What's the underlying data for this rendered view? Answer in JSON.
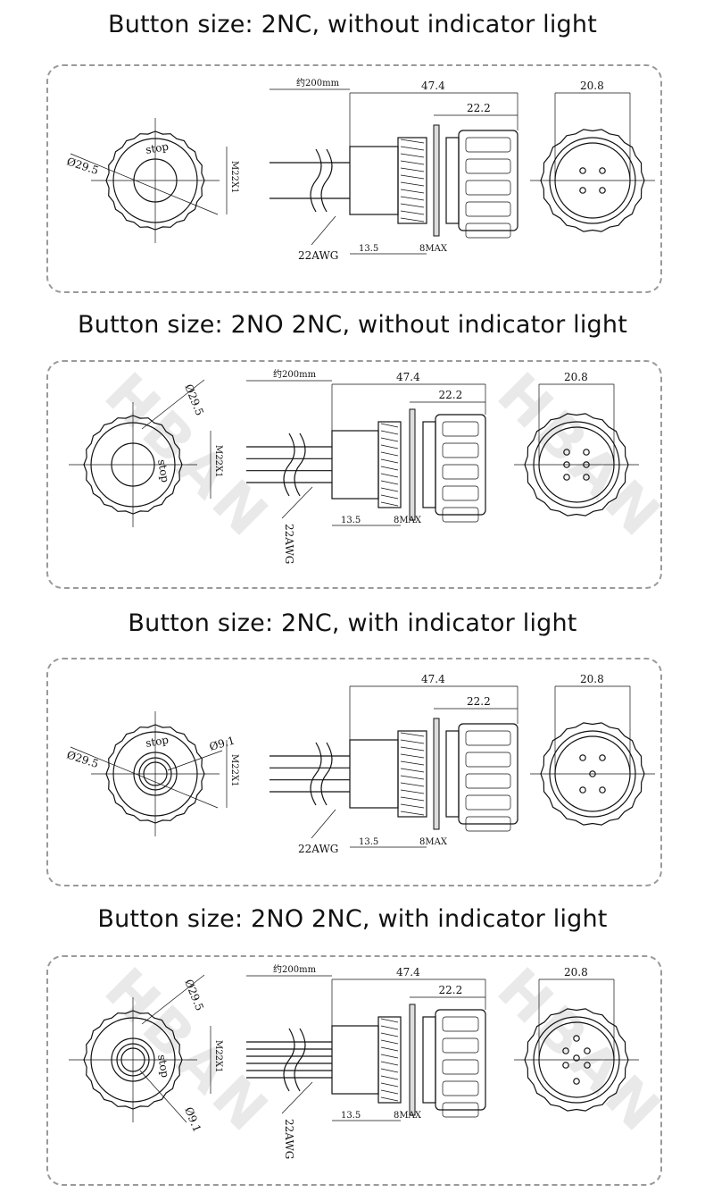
{
  "sections": [
    {
      "title": "Button size: 2NC, without indicator light",
      "labels": {
        "dia": "Ø29.5",
        "stop": "stop",
        "wire": "约200mm",
        "len": "47.4",
        "head": "22.2",
        "face": "20.8",
        "thread": "M22X1",
        "awg": "22AWG",
        "base": "13.5",
        "max": "8MAX"
      },
      "wires": 2,
      "pins": 4,
      "indicator": false,
      "watermark": ""
    },
    {
      "title": "Button size: 2NO 2NC, without indicator light",
      "labels": {
        "dia": "Ø29.5",
        "stop": "stop",
        "wire": "约200mm",
        "len": "47.4",
        "head": "22.2",
        "face": "20.8",
        "thread": "M22X1",
        "awg": "22AWG",
        "base": "13.5",
        "max": "8MAX"
      },
      "wires": 4,
      "pins": 6,
      "indicator": false,
      "watermark": "HBAN"
    },
    {
      "title": "Button size: 2NC, with indicator light",
      "labels": {
        "dia": "Ø29.5",
        "ind": "Ø9.1",
        "stop": "stop",
        "len": "47.4",
        "head": "22.2",
        "face": "20.8",
        "thread": "M22X1",
        "awg": "22AWG",
        "base": "13.5",
        "max": "8MAX"
      },
      "wires": 4,
      "pins": 5,
      "indicator": true,
      "watermark": ""
    },
    {
      "title": "Button size: 2NO 2NC, with indicator light",
      "labels": {
        "dia": "Ø29.5",
        "ind": "Ø9.1",
        "stop": "stop",
        "wire": "约200mm",
        "len": "47.4",
        "head": "22.2",
        "face": "20.8",
        "thread": "M22X1",
        "awg": "22AWG",
        "base": "13.5",
        "max": "8MAX"
      },
      "wires": 6,
      "pins": 7,
      "indicator": true,
      "watermark": "HBAN"
    }
  ]
}
